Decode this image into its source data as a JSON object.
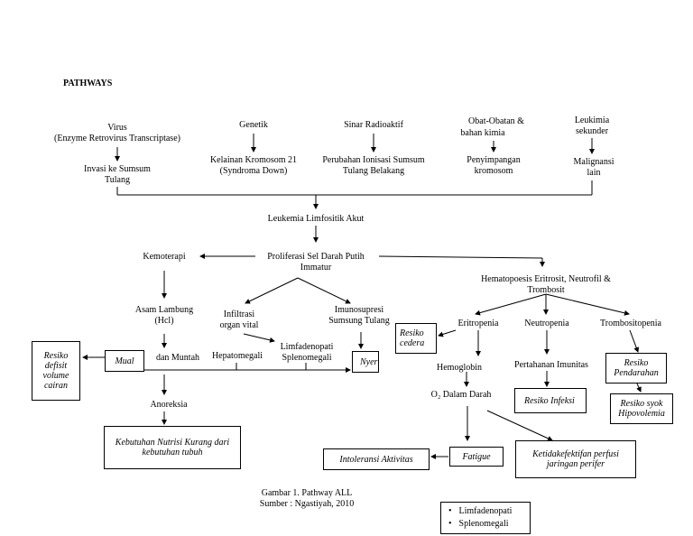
{
  "title": "PATHWAYS",
  "causes": {
    "virus": "Virus",
    "virus_sub": "(Enzyme Retrovirus Transcriptase)",
    "genetik": "Genetik",
    "sinar": "Sinar Radioaktif",
    "obat1": "Obat-Obatan &",
    "obat2": "bahan kimia",
    "leuk1": "Leukimia",
    "leuk2": "sekunder"
  },
  "effects": {
    "invasi1": "Invasi ke Sumsum",
    "invasi2": "Tulang",
    "kromo1": "Kelainan Kromosom 21",
    "kromo2": "(Syndroma Down)",
    "ionisasi1": "Perubahan Ionisasi Sumsum",
    "ionisasi2": "Tulang Belakang",
    "penyim1": "Penyimpangan",
    "penyim2": "kromosom",
    "malig1": "Malignansi",
    "malig2": "lain"
  },
  "core": {
    "lla": "Leukemia Limfositik Akut",
    "prolif1": "Proliferasi Sel Darah Putih",
    "prolif2": "Immatur",
    "kemoterapi": "Kemoterapi",
    "hemato1": "Hematopoesis Eritrosit, Neutrofil &",
    "hemato2": "Trombosit"
  },
  "left": {
    "asam1": "Asam Lambung",
    "asam2": "(Hcl)",
    "mual": "Mual",
    "muntah": "dan Muntah",
    "anoreksia": "Anoreksia",
    "resiko_defisit": "Resiko defisit volume cairan",
    "kebutuhan": "Kebutuhan Nutrisi Kurang dari kebutuhan tubuh"
  },
  "middle": {
    "infiltrasi1": "Infiltrasi",
    "infiltrasi2": "organ vital",
    "imuno1": "Imunosupresi",
    "imuno2": "Sumsung Tulang",
    "hepato": "Hepatomegali",
    "limfa1": "Limfadenopati",
    "limfa2": "Splenomegali",
    "nyeri": "Nyeri"
  },
  "right": {
    "eritropenia": "Eritropenia",
    "neutropenia": "Neutropenia",
    "trombositopenia": "Trombositopenia",
    "resiko_cedera": "Resiko cedera",
    "hemoglobin": "Hemoglobin",
    "o2": "O₂ Dalam Darah",
    "pertahanan": "Pertahanan Imunitas",
    "resiko_infeksi": "Resiko Infeksi",
    "resiko_pendarahan": "Resiko Pendarahan",
    "resiko_syok": "Resiko syok Hipovolemia",
    "fatigue": "Fatigue",
    "intoleransi": "Intoleransi Aktivitas",
    "ketidakefektifan": "Ketidakefektifan perfusi jaringan perifer"
  },
  "caption": {
    "line1": "Gambar 1. Pathway ALL",
    "line2": "Sumber : Ngastiyah, 2010"
  },
  "legend": [
    "Limfadenopati",
    "Splenomegali"
  ]
}
